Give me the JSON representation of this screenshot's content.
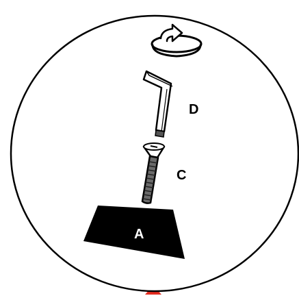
{
  "labels": {
    "a": "A",
    "c": "C",
    "d": "D"
  },
  "colors": {
    "outline": "#000000",
    "plate": "#000000",
    "plate_text": "#ffffff",
    "marker": "#e32c1f",
    "background": "#ffffff"
  },
  "icons": [
    "rotate-arrow-icon",
    "allen-key-icon",
    "countersunk-screw-icon",
    "plate-a"
  ]
}
